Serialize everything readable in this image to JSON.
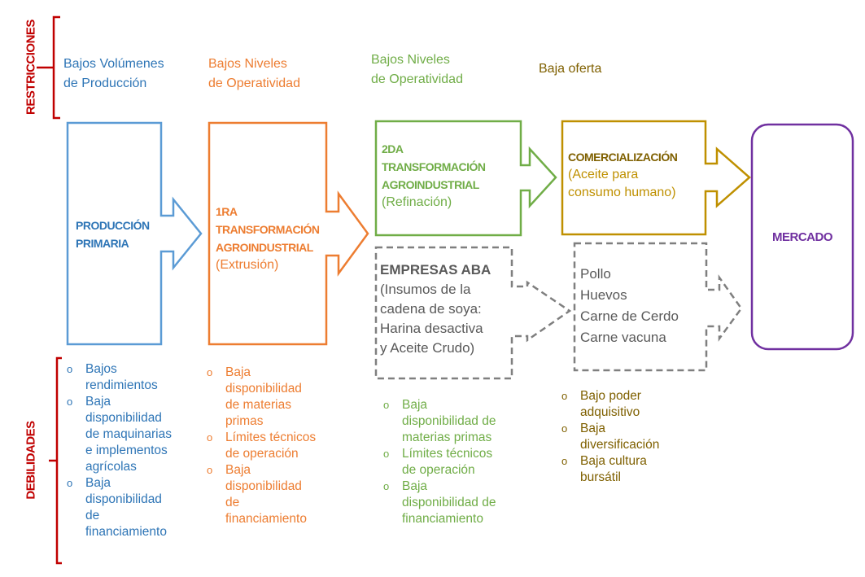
{
  "colors": {
    "red": "#c00000",
    "blue": "#5b9bd5",
    "blue_text": "#2e75b6",
    "orange": "#ed7d31",
    "green": "#70ad47",
    "gold": "#bf9000",
    "gold_text": "#7f6000",
    "purple": "#7030a0",
    "gray": "#7f7f7f"
  },
  "labels": {
    "restricciones": "RESTRICCIONES",
    "debilidades": "DEBILIDADES"
  },
  "restricciones": [
    {
      "line1": "Bajos Volúmenes",
      "line2": "de Producción"
    },
    {
      "line1": "Bajos Niveles",
      "line2": "de Operatividad"
    },
    {
      "line1": "Bajos Niveles",
      "line2": "de Operatividad"
    },
    {
      "line1": "Baja oferta",
      "line2": ""
    }
  ],
  "stages": {
    "produccion": {
      "line1": "PRODUCCIÓN",
      "line2": "PRIMARIA"
    },
    "primera": {
      "line1": "1RA",
      "line2": "TRANSFORMACIÓN",
      "line3": "AGROINDUSTRIAL",
      "sub": "(Extrusión)"
    },
    "segunda": {
      "line1": "2DA",
      "line2": "TRANSFORMACIÓN",
      "line3": "AGROINDUSTRIAL",
      "sub": "(Refinación)"
    },
    "comercializacion": {
      "line1": "COMERCIALIZACIÓN",
      "sub1": "(Aceite para",
      "sub2": "consumo humano)"
    },
    "mercado": {
      "label": "MERCADO"
    }
  },
  "empresas_aba": {
    "title": "EMPRESAS ABA",
    "lines": [
      "(Insumos de la",
      "cadena de soya:",
      "Harina desactiva",
      "y Aceite Crudo)"
    ]
  },
  "productos": [
    "Pollo",
    "Huevos",
    "Carne de Cerdo",
    "Carne vacuna"
  ],
  "debilidades": [
    [
      "Bajos rendimientos",
      "Baja disponibilidad de maquinarias e implementos agrícolas",
      "Baja disponibilidad de financiamiento"
    ],
    [
      "Baja disponibilidad de materias primas",
      "Límites técnicos de operación",
      "Baja disponibilidad de financiamiento"
    ],
    [
      "Baja disponibilidad de materias primas",
      "Límites técnicos de operación",
      "Baja disponibilidad de financiamiento"
    ],
    [
      "Bajo poder adquisitivo",
      "Baja diversificación",
      "Baja cultura bursátil"
    ]
  ],
  "debilidades_lines": [
    [
      [
        "Bajos",
        "rendimientos"
      ],
      [
        "Baja",
        "disponibilidad",
        "de maquinarias",
        "e implementos",
        "agrícolas"
      ],
      [
        "Baja",
        "disponibilidad",
        "de",
        "financiamiento"
      ]
    ],
    [
      [
        "Baja",
        "disponibilidad",
        "de materias",
        "primas"
      ],
      [
        "Límites técnicos",
        "de operación"
      ],
      [
        "Baja",
        "disponibilidad",
        "de",
        "financiamiento"
      ]
    ],
    [
      [
        "Baja",
        "disponibilidad de",
        "materias primas"
      ],
      [
        "Límites técnicos",
        "de operación"
      ],
      [
        "Baja",
        "disponibilidad de",
        "financiamiento"
      ]
    ],
    [
      [
        "Bajo poder",
        "adquisitivo"
      ],
      [
        "Baja",
        "diversificación"
      ],
      [
        "Baja cultura",
        "bursátil"
      ]
    ]
  ]
}
